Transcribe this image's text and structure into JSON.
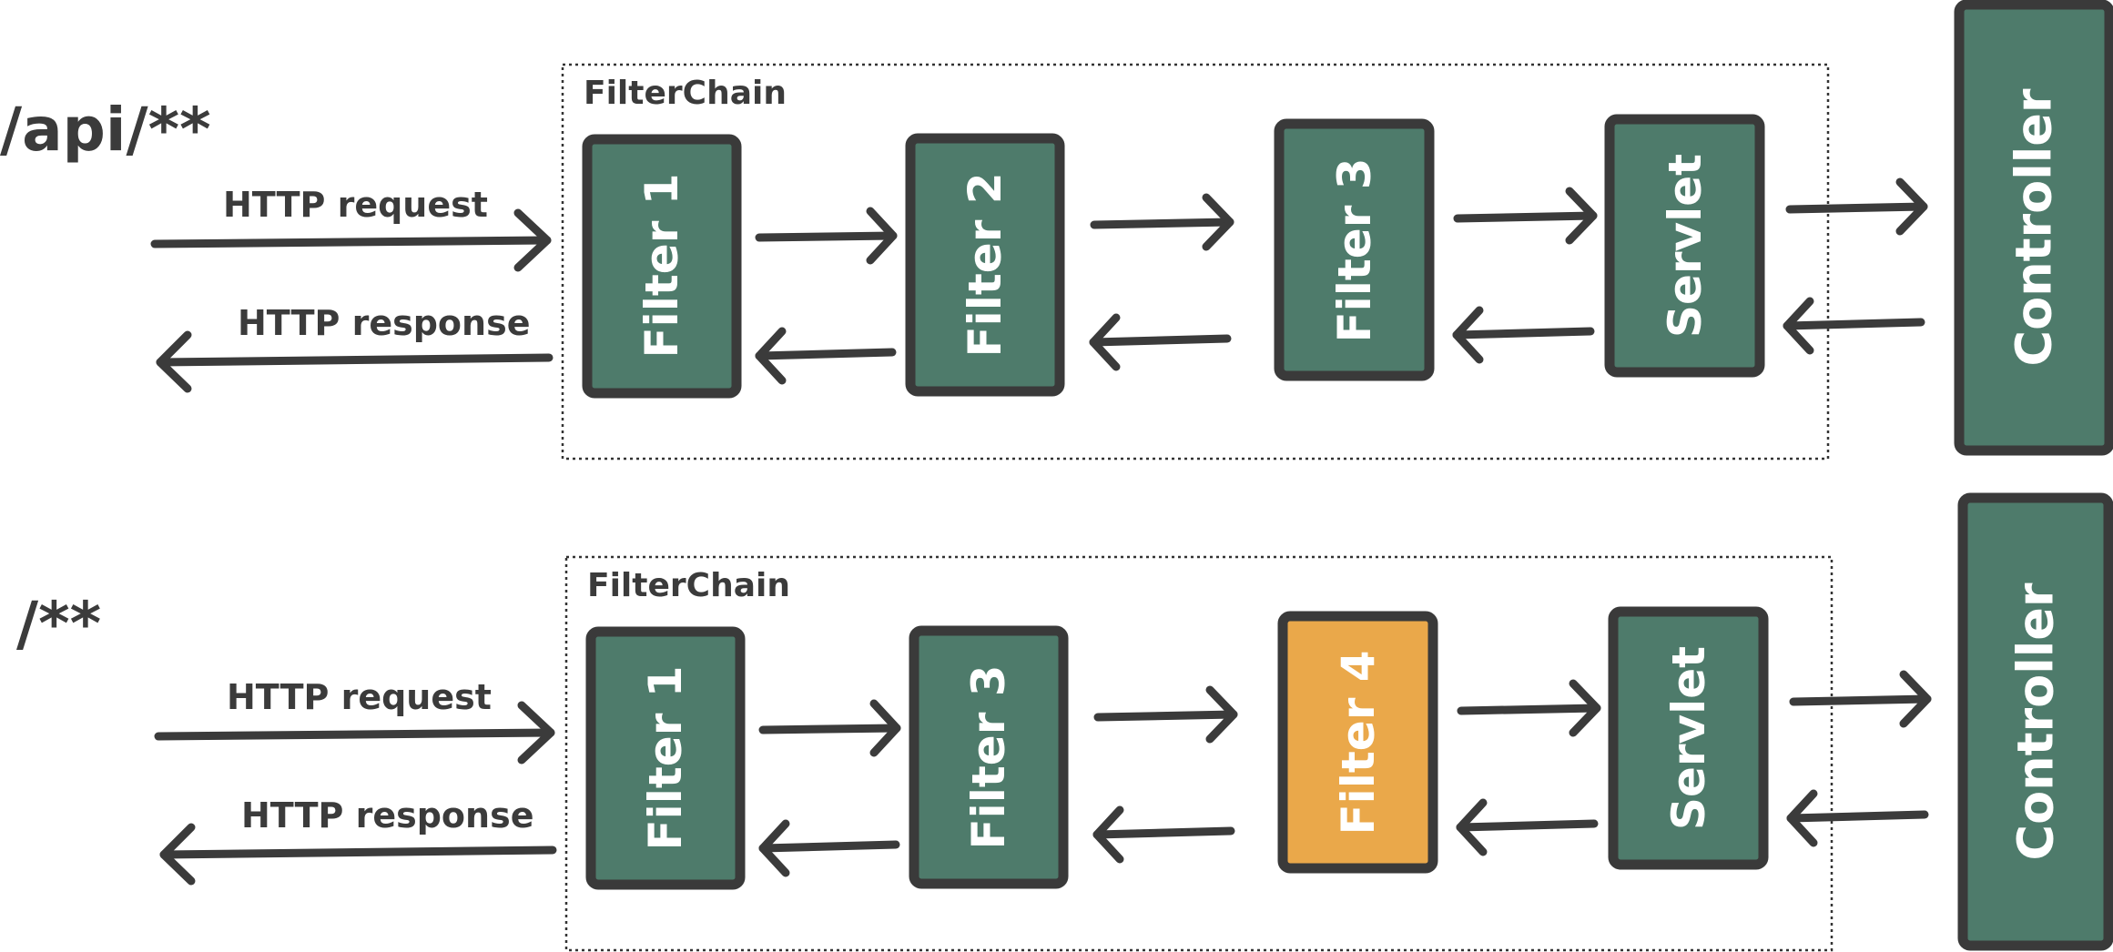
{
  "colors": {
    "default_box": "#4e7b6b",
    "highlight_box": "#eaa84a",
    "outline": "#3a3a3a",
    "text_dark": "#3b3b3b",
    "text_light": "#ffffff"
  },
  "sections": [
    {
      "route": "/api/**",
      "chain_label": "FilterChain",
      "request_label": "HTTP request",
      "response_label": "HTTP response",
      "boxes": [
        {
          "label": "Filter 1",
          "highlight": false
        },
        {
          "label": "Filter 2",
          "highlight": false
        },
        {
          "label": "Filter 3",
          "highlight": false
        },
        {
          "label": "Servlet",
          "highlight": false
        }
      ],
      "controller": "Controller"
    },
    {
      "route": "/**",
      "chain_label": "FilterChain",
      "request_label": "HTTP request",
      "response_label": "HTTP response",
      "boxes": [
        {
          "label": "Filter 1",
          "highlight": false
        },
        {
          "label": "Filter 3",
          "highlight": false
        },
        {
          "label": "Filter 4",
          "highlight": true
        },
        {
          "label": "Servlet",
          "highlight": false
        }
      ],
      "controller": "Controller"
    }
  ]
}
